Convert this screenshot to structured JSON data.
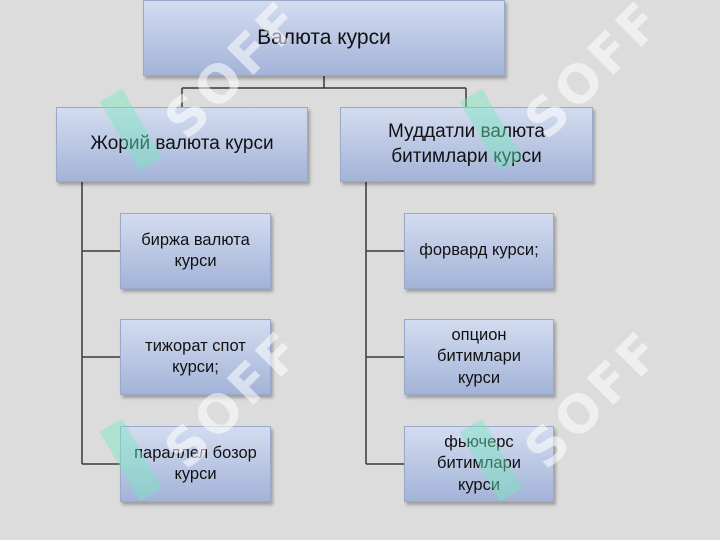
{
  "diagram": {
    "root": "Валюта курси",
    "branches": [
      {
        "label": "Жорий валюта курси",
        "children": [
          "биржа валюта курси",
          "тижорат спот курси;",
          "параллел бозор курси"
        ]
      },
      {
        "label": "Муддатли валюта битимлари курси",
        "children": [
          "форвард курси;",
          "опцион битимлари курси",
          "фьючерс битимлари курси"
        ]
      }
    ]
  },
  "watermark": {
    "text": "SOFF"
  },
  "colors": {
    "background": "#dcdcdc",
    "box_top": "#d3dcef",
    "box_bottom": "#a3b3d8",
    "connector": "#3a3a3a"
  }
}
